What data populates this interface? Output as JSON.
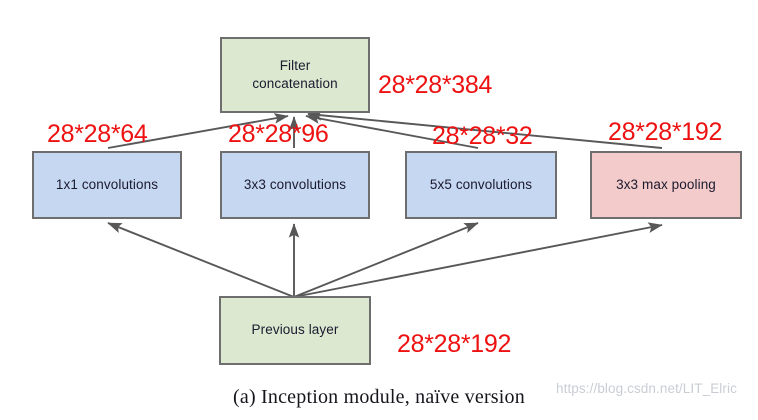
{
  "figure": {
    "caption": "(a)  Inception module, naïve version",
    "watermark": "https://blog.csdn.net/LIT_Elric",
    "colors": {
      "node_green_fill": "#dce8d0",
      "node_blue_fill": "#c6d7f2",
      "node_pink_fill": "#f4cbcb",
      "node_border": "#6e6e6e",
      "edge": "#585858",
      "dimension_text": "#ee1111",
      "node_text": "#1a1a2e",
      "background": "#ffffff"
    }
  },
  "nodes": {
    "filter_concatenation": {
      "line1": "Filter",
      "line2": "concatenation"
    },
    "conv_1x1": {
      "label": "1x1 convolutions"
    },
    "conv_3x3": {
      "label": "3x3 convolutions"
    },
    "conv_5x5": {
      "label": "5x5 convolutions"
    },
    "maxpool_3x3": {
      "label": "3x3 max pooling"
    },
    "previous_layer": {
      "label": "Previous layer"
    }
  },
  "dimensions": {
    "output_concat": "28*28*384",
    "branch_1x1": "28*28*64",
    "branch_3x3": "28*28*96",
    "branch_5x5": "28*28*32",
    "branch_pool": "28*28*192",
    "input_previous": "28*28*192"
  }
}
